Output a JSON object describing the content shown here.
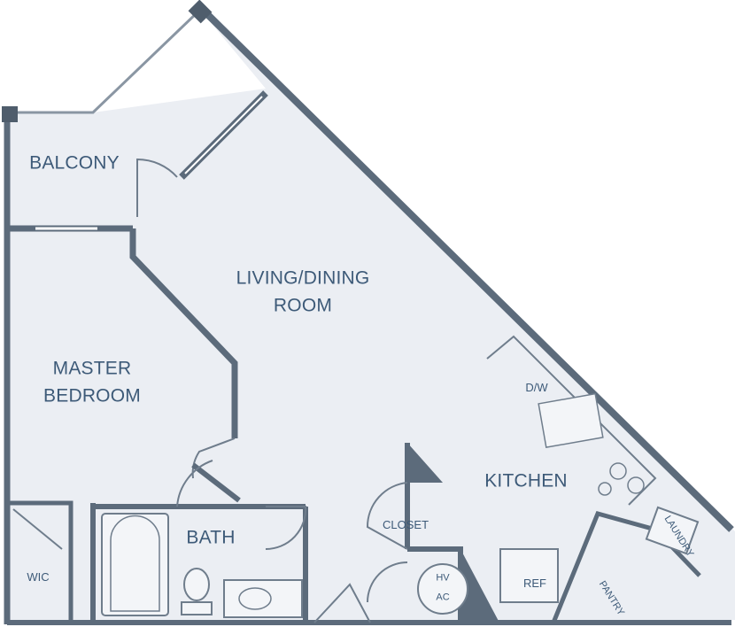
{
  "colors": {
    "floor": "#ebeef3",
    "wall": "#5c6b7b",
    "line": "#6f7d8c",
    "label": "#3d5a78",
    "background": "#ffffff"
  },
  "rooms": {
    "balcony": "BALCONY",
    "living_line1": "LIVING/DINING",
    "living_line2": "ROOM",
    "master_line1": "MASTER",
    "master_line2": "BEDROOM",
    "kitchen": "KITCHEN",
    "bath": "BATH",
    "closet": "CLOSET",
    "wic": "WIC",
    "hvac_line1": "HV",
    "hvac_line2": "AC",
    "dw": "D/W",
    "ref": "REF",
    "laundry": "LAUNDRY",
    "pantry": "PANTRY"
  }
}
